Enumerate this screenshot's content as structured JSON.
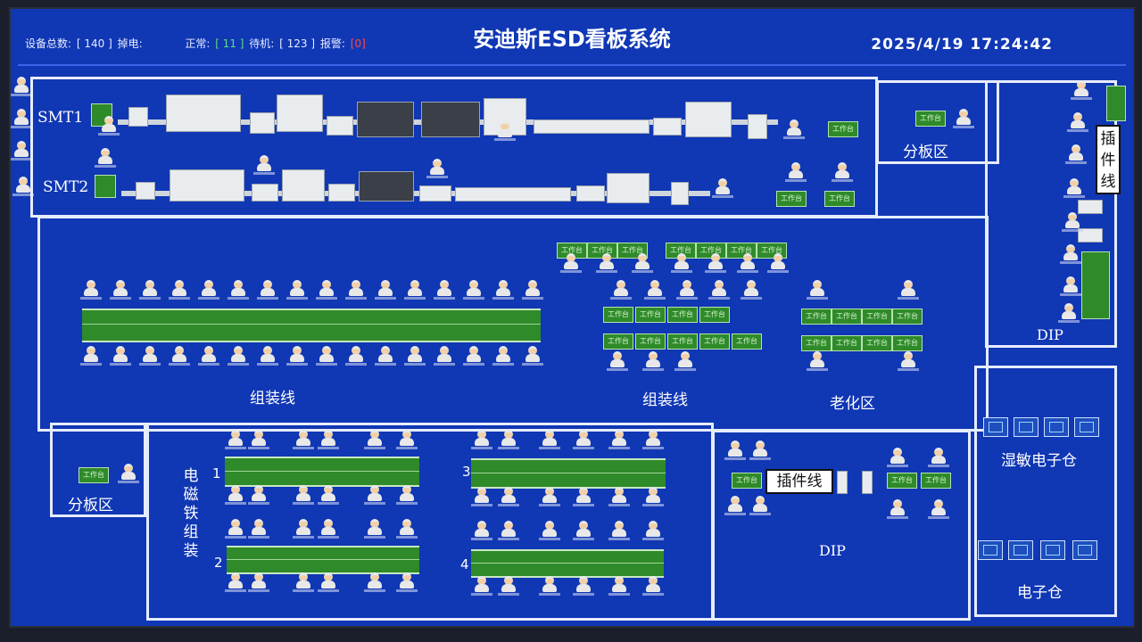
{
  "header": {
    "title": "安迪斯ESD看板系统",
    "datetime": "2025/4/19 17:24:42",
    "stats": {
      "total_label": "设备总数:",
      "total_value": "[ 140 ]",
      "offline_label": "掉电:",
      "normal_label": "正常:",
      "normal_value": "[ 11 ]",
      "standby_label": "待机:",
      "standby_value": "[ 123 ]",
      "alarm_label": "报警:",
      "alarm_value": "[0]"
    }
  },
  "zones": {
    "smt1": "SMT1",
    "smt2": "SMT2",
    "split_top": "分板区",
    "plug_line_vertical": "插件线",
    "dip_top": "DIP",
    "assembly_left": "组装线",
    "assembly_mid": "组装线",
    "aging": "老化区",
    "split_bottom": "分板区",
    "magnet_assembly": "电磁铁组装",
    "plug_line": "插件线",
    "dip_bottom": "DIP",
    "humidity_store": "湿敏电子仓",
    "electronic_store": "电子仓"
  },
  "line_numbers": [
    "1",
    "2",
    "3",
    "4"
  ],
  "desk_label": "工作台"
}
